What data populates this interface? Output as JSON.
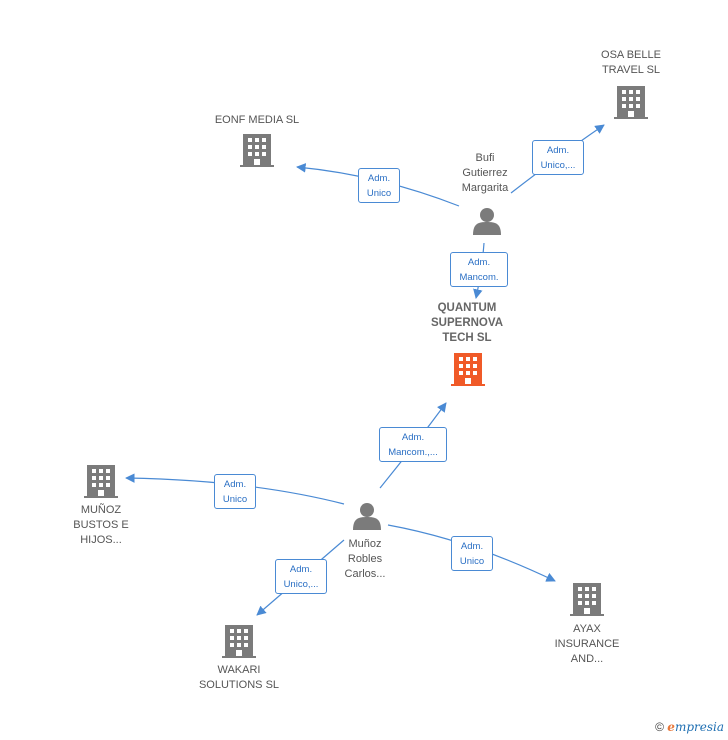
{
  "nodes": {
    "osa_belle": {
      "label": "OSA BELLE\nTRAVEL  SL"
    },
    "eonf_media": {
      "label": "EONF MEDIA  SL"
    },
    "bufi": {
      "label": "Bufi\nGutierrez\nMargarita"
    },
    "quantum": {
      "label": "QUANTUM\nSUPERNOVA\nTECH  SL"
    },
    "munoz_bustos": {
      "label": "MUÑOZ\nBUSTOS E\nHIJOS..."
    },
    "munoz_robles": {
      "label": "Muñoz\nRobles\nCarlos..."
    },
    "wakari": {
      "label": "WAKARI\nSOLUTIONS  SL"
    },
    "ayax": {
      "label": "AYAX\nINSURANCE\nAND..."
    }
  },
  "edges": {
    "bufi_osa": {
      "label": "Adm.\nUnico,..."
    },
    "bufi_eonf": {
      "label": "Adm.\nUnico"
    },
    "bufi_quantum": {
      "label": "Adm.\nMancom."
    },
    "munoz_quantum": {
      "label": "Adm.\nMancom.,..."
    },
    "munoz_bustos": {
      "label": "Adm.\nUnico"
    },
    "munoz_wakari": {
      "label": "Adm.\nUnico,..."
    },
    "munoz_ayax": {
      "label": "Adm.\nUnico"
    }
  },
  "colors": {
    "edge": "#4a8ad4",
    "company": "#7b7b7b",
    "main_company": "#f05a28",
    "person": "#7b7b7b"
  },
  "footer": {
    "copyright": "©",
    "brand_initial": "e",
    "brand_rest": "mpresia"
  }
}
